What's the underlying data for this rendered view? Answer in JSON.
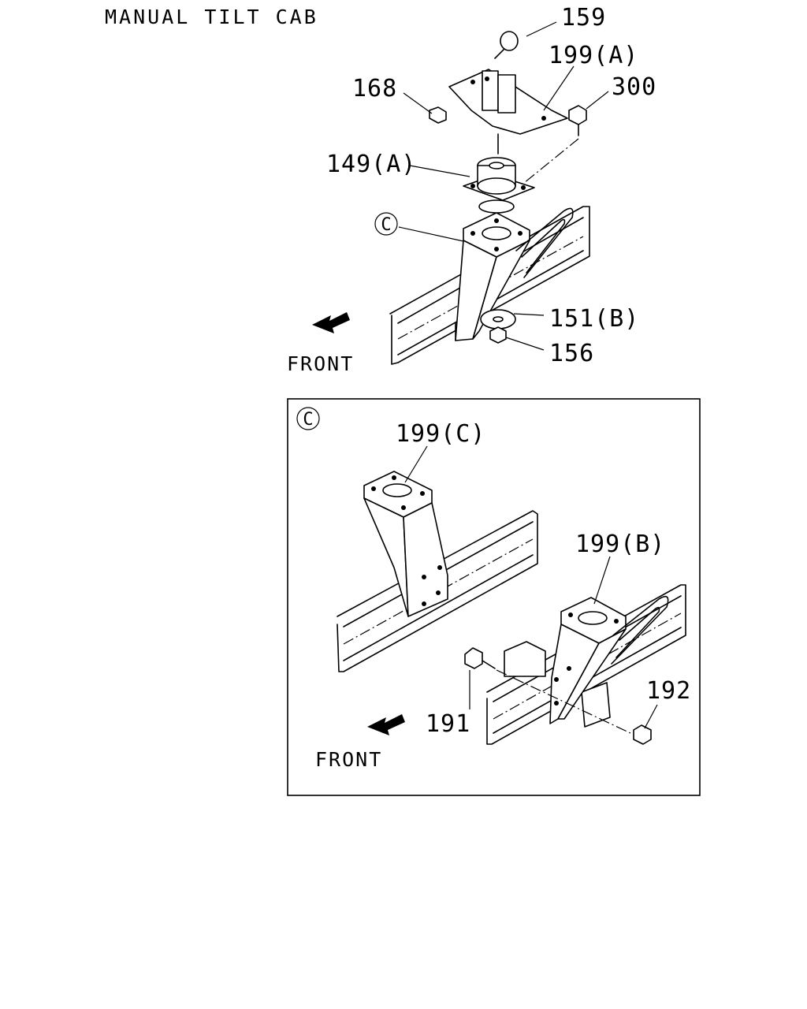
{
  "title": "MANUAL TILT CAB",
  "front_label": "FRONT",
  "detail_letter": "C",
  "callouts": {
    "c159": "159",
    "c199a": "199(A)",
    "c168": "168",
    "c300": "300",
    "c149a": "149(A)",
    "c151b": "151(B)",
    "c156": "156",
    "c199c": "199(C)",
    "c199b": "199(B)",
    "c191": "191",
    "c192": "192"
  }
}
